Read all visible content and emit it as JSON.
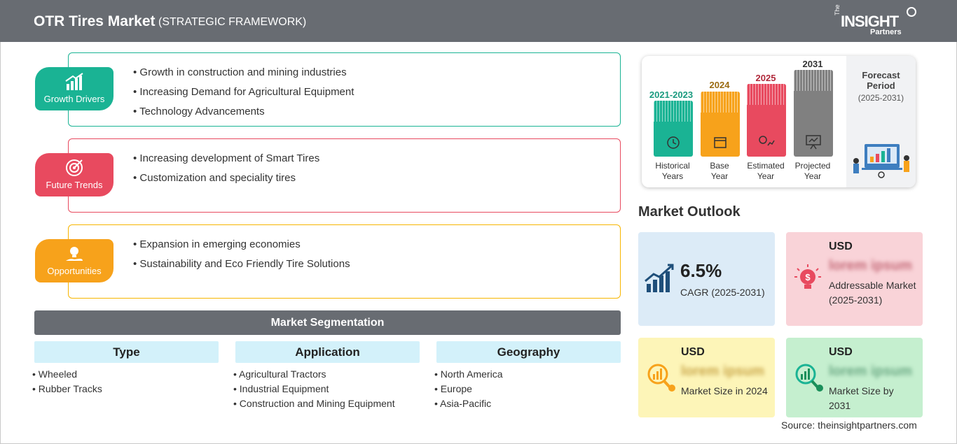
{
  "header": {
    "title": "OTR Tires Market",
    "subtitle": "(STRATEGIC FRAMEWORK)",
    "logo": {
      "prefix": "The",
      "main": "INSIGHT",
      "sub": "Partners"
    }
  },
  "framework": [
    {
      "badge": "Growth Drivers",
      "icon": "bar-growth-icon",
      "color": "#1ab394",
      "items": [
        "Growth in construction and mining industries",
        "Increasing Demand for Agricultural Equipment",
        "Technology Advancements"
      ]
    },
    {
      "badge": "Future Trends",
      "icon": "target-icon",
      "color": "#e84a5f",
      "items": [
        "Increasing development of Smart Tires",
        "Customization and speciality tires"
      ]
    },
    {
      "badge": "Opportunities",
      "icon": "lightbulb-hand-icon",
      "color": "#f7a21b",
      "items": [
        "Expansion in emerging economies",
        "Sustainability and Eco Friendly Tire Solutions"
      ]
    }
  ],
  "segmentation": {
    "title": "Market Segmentation",
    "columns": [
      {
        "heading": "Type",
        "items": [
          "Wheeled",
          "Rubber Tracks"
        ]
      },
      {
        "heading": "Application",
        "items": [
          "Agricultural Tractors",
          "Industrial Equipment",
          "Construction and Mining Equipment"
        ]
      },
      {
        "heading": "Geography",
        "items": [
          "North America",
          "Europe",
          "Asia-Pacific"
        ]
      }
    ]
  },
  "timeline": {
    "periods": [
      {
        "year": "2021-2023",
        "label_line1": "Historical",
        "label_line2": "Years",
        "color": "#1ab394",
        "year_color": "#1a9a7f",
        "icon": "history-clock-icon"
      },
      {
        "year": "2024",
        "label_line1": "Base",
        "label_line2": "Year",
        "color": "#f7a21b",
        "year_color": "#9a6a10",
        "icon": "calendar-icon"
      },
      {
        "year": "2025",
        "label_line1": "Estimated",
        "label_line2": "Year",
        "color": "#e84a5f",
        "year_color": "#b0283a",
        "icon": "gear-chart-icon"
      },
      {
        "year": "2031",
        "label_line1": "Projected",
        "label_line2": "Year",
        "color": "#808080",
        "year_color": "#333333",
        "icon": "presentation-icon"
      }
    ],
    "forecast_line1": "Forecast",
    "forecast_line2": "Period",
    "forecast_years": "(2025-2031)"
  },
  "outlook": {
    "title": "Market Outlook",
    "cagr_value": "6.5%",
    "cagr_label": "CAGR (2025-2031)",
    "addressable_usd": "USD",
    "addressable_value": "lorem ipsum",
    "addressable_label": "Addressable Market (2025-2031)",
    "size2024_usd": "USD",
    "size2024_value": "lorem ipsum",
    "size2024_label": "Market Size in 2024",
    "size2031_usd": "USD",
    "size2031_value": "lorem ipsum",
    "size2031_label": "Market Size by 2031"
  },
  "source": "Source: theinsightpartners.com"
}
